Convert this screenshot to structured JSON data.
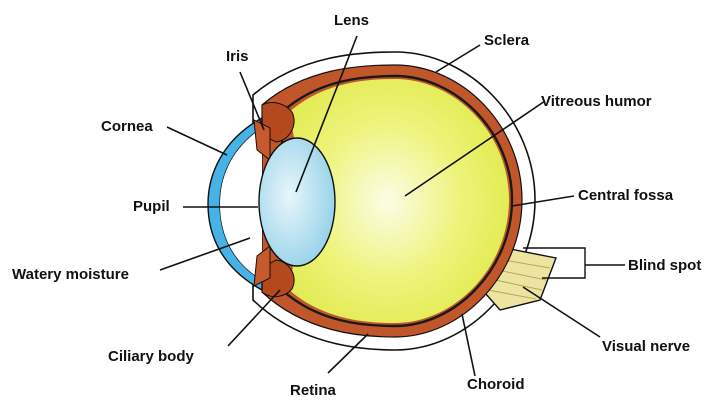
{
  "labels": {
    "lens": "Lens",
    "iris": "Iris",
    "sclera": "Sclera",
    "cornea": "Cornea",
    "vitreous_humor": "Vitreous humor",
    "pupil": "Pupil",
    "central_fossa": "Central fossa",
    "blind_spot": "Blind spot",
    "watery_moisture": "Watery moisture",
    "visual_nerve": "Visual nerve",
    "ciliary_body": "Ciliary body",
    "choroid": "Choroid",
    "retina": "Retina"
  },
  "colors": {
    "vitreous": "#e8f05a",
    "vitreous_center": "#f8fbd8",
    "choroid": "#c0562a",
    "retina": "#1a1a1a",
    "lens": "#a8d8ec",
    "cornea": "#46b2e6",
    "nerve": "#ece3a0",
    "line": "#111111"
  }
}
